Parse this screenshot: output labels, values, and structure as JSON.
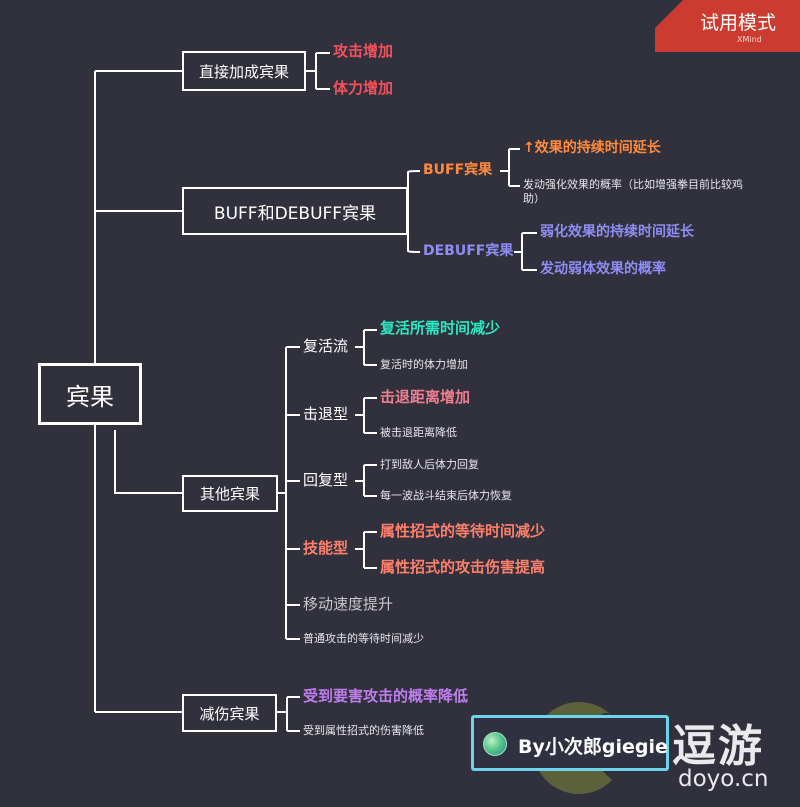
{
  "watermark": {
    "title": "试用模式",
    "sub": "XMind"
  },
  "root": "宾果",
  "colors": {
    "bg": "#30313c",
    "line": "#ffffff",
    "red": "#f2505d",
    "orange": "#ff8a3d",
    "purple": "#8f8cf4",
    "teal": "#2ee6c4",
    "pink": "#ee7e90",
    "salmon": "#ff7f6a",
    "violet": "#c07dee",
    "gray": "#c8c8cc",
    "white": "#ffffff"
  },
  "branches": {
    "direct": {
      "label": "直接加成宾果",
      "items": [
        "攻击增加",
        "体力增加"
      ]
    },
    "buff": {
      "label": "BUFF和DEBUFF宾果",
      "buff_label": "BUFF宾果",
      "buff_items": [
        "↑效果的持续时间延长",
        "发动强化效果的概率（比如增强拳目前比较鸡",
        "助）"
      ],
      "debuff_label": "DEBUFF宾果",
      "debuff_items": [
        "弱化效果的持续时间延长",
        "发动弱体效果的概率"
      ]
    },
    "other": {
      "label": "其他宾果",
      "revive": {
        "label": "复活流",
        "items": [
          "复活所需时间减少",
          "复活时的体力增加"
        ]
      },
      "knockback": {
        "label": "击退型",
        "items": [
          "击退距离增加",
          "被击退距离降低"
        ]
      },
      "recover": {
        "label": "回复型",
        "items": [
          "打到敌人后体力回复",
          "每一波战斗结束后体力恢复"
        ]
      },
      "skill": {
        "label": "技能型",
        "items": [
          "属性招式的等待时间减少",
          "属性招式的攻击伤害提高"
        ]
      },
      "move_speed": "移动速度提升",
      "normal_attack": "普通攻击的等待时间减少"
    },
    "damage": {
      "label": "减伤宾果",
      "items": [
        "受到要害攻击的概率降低",
        "受到属性招式的伤害降低"
      ]
    }
  },
  "signature": "By小次郎giegie",
  "site": {
    "cn": "逗游",
    "en": "doyo.cn"
  }
}
